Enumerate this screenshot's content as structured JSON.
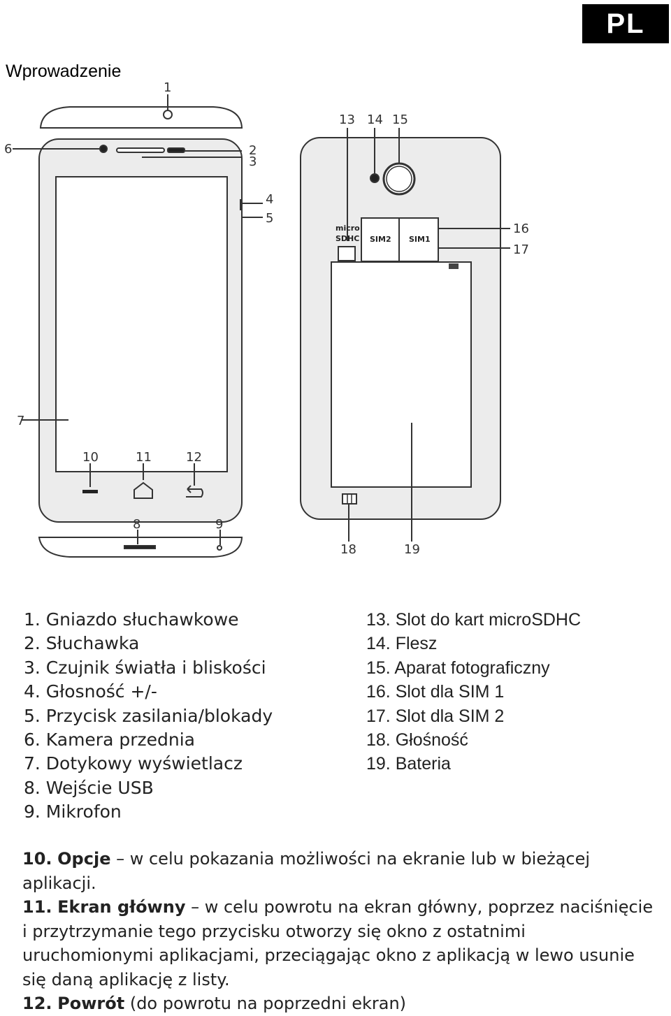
{
  "lang_badge": "PL",
  "title": "Wprowadzenie",
  "diagram": {
    "callouts": [
      "1",
      "2",
      "3",
      "4",
      "5",
      "6",
      "7",
      "8",
      "9",
      "10",
      "11",
      "12",
      "13",
      "14",
      "15",
      "16",
      "17",
      "18",
      "19"
    ],
    "slot_labels": {
      "micro": "micro",
      "sdhc": "SDHC",
      "sim2": "SIM2",
      "sim1": "SIM1"
    }
  },
  "legend_left": [
    "1. Gniazdo słuchawkowe",
    "2. Słuchawka",
    "3. Czujnik światła i bliskości",
    "4. Głosność +/-",
    "5. Przycisk zasilania/blokady",
    "6. Kamera przednia",
    "7. Dotykowy wyświetlacz",
    "8. Wejście USB",
    "9. Mikrofon"
  ],
  "legend_right": [
    "13. Slot do kart microSDHC",
    "14. Flesz",
    "15. Aparat fotograficzny",
    "16. Slot dla SIM 1",
    "17. Slot dla SIM 2",
    "18. Głośność",
    "19. Bateria"
  ],
  "descriptions": [
    {
      "num": "10.",
      "term": "Opcje",
      "text": " – w celu pokazania możliwości na ekranie lub w bieżącej aplikacji."
    },
    {
      "num": "11.",
      "term": "Ekran główny",
      "text": " – w celu powrotu na ekran główny, poprzez naciśnięcie i przytrzymanie tego przycisku otworzy się okno z ostatnimi uruchomionymi aplikacjami, przeciągając okno z aplikacją w lewo usunie się daną aplikację z listy."
    },
    {
      "num": "12.",
      "term": "Powrót",
      "text": " (do powrotu na poprzedni ekran)"
    }
  ]
}
